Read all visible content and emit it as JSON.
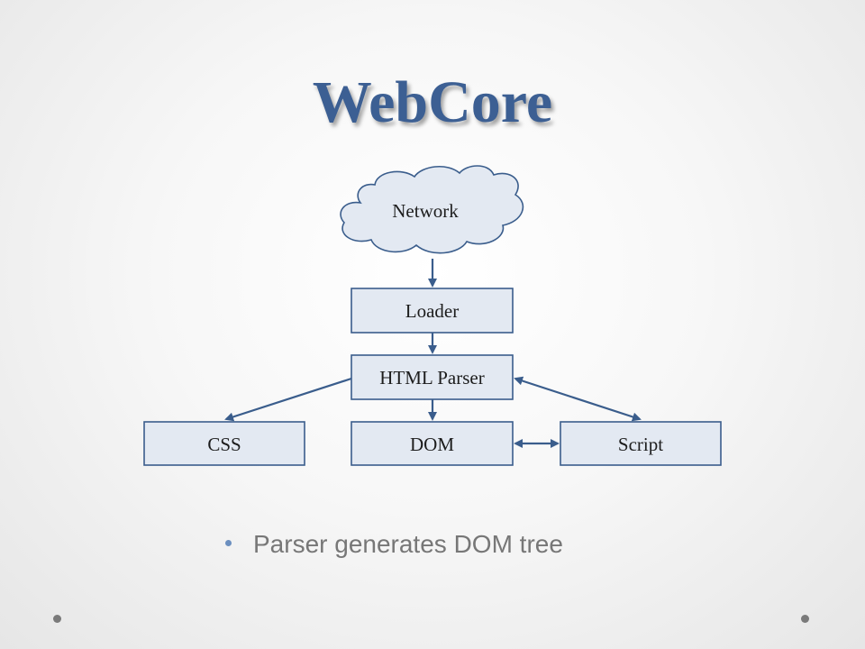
{
  "slide": {
    "title": "WebCore",
    "bullet": "Parser generates DOM tree"
  },
  "diagram": {
    "nodes": {
      "network": "Network",
      "loader": "Loader",
      "html_parser": "HTML Parser",
      "css": "CSS",
      "dom": "DOM",
      "script": "Script"
    },
    "edges": [
      {
        "from": "Network",
        "to": "Loader",
        "direction": "forward"
      },
      {
        "from": "Loader",
        "to": "HTML Parser",
        "direction": "forward"
      },
      {
        "from": "HTML Parser",
        "to": "CSS",
        "direction": "forward"
      },
      {
        "from": "HTML Parser",
        "to": "DOM",
        "direction": "forward"
      },
      {
        "from": "HTML Parser",
        "to": "Script",
        "direction": "both"
      },
      {
        "from": "DOM",
        "to": "Script",
        "direction": "both"
      }
    ]
  },
  "colors": {
    "title": "#3c5f93",
    "node_fill": "#e3e9f2",
    "node_stroke": "#3a5d8c",
    "bullet_text": "#777777"
  }
}
